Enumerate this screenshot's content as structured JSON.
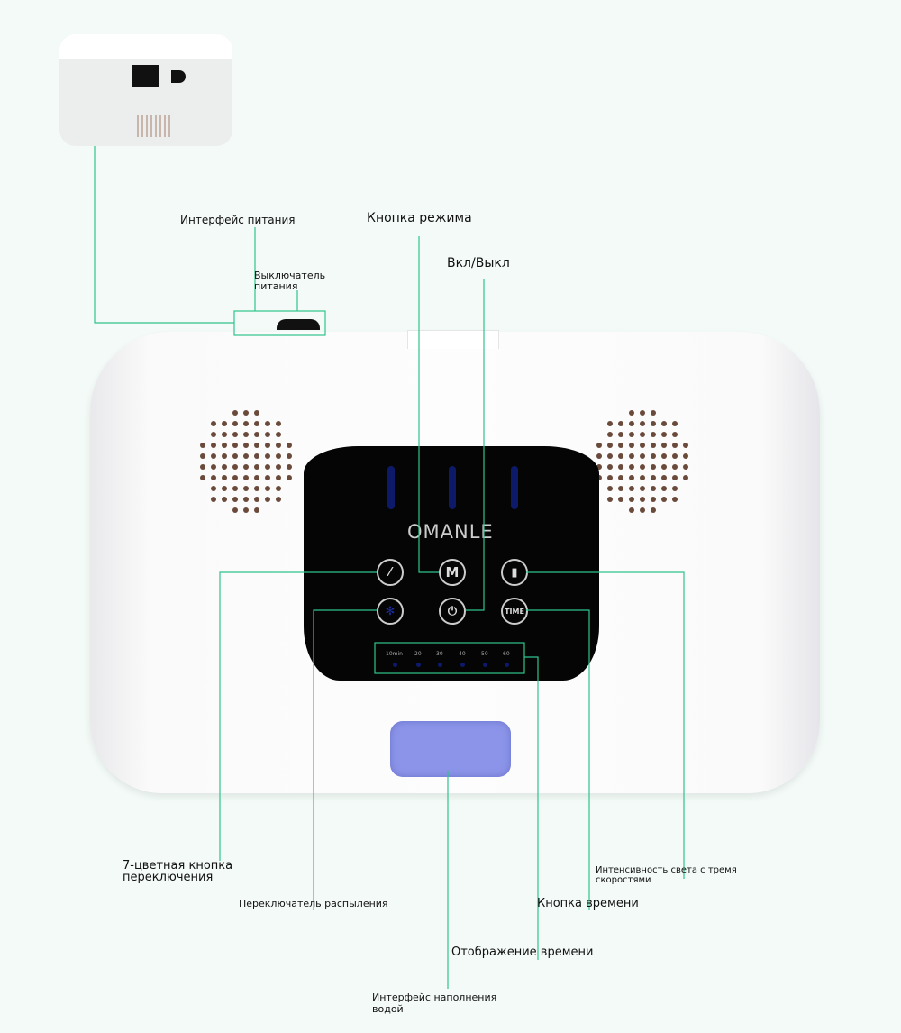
{
  "device": {
    "brand": "OMANLE",
    "time_ticks": [
      "10min",
      "20",
      "30",
      "40",
      "50",
      "60"
    ],
    "time_button": "TIME",
    "mode_button": "M"
  },
  "labels": {
    "power_interface": "Интерфейс питания",
    "mode_button": "Кнопка режима",
    "on_off": "Вкл/Выкл",
    "power_switch": "Выключатель питания",
    "color_switch": "7-цветная кнопка переключения",
    "spray_switch": "Переключатель распыления",
    "time_button": "Кнопка времени",
    "light_intensity": "Интенсивность света с тремя скоростями",
    "time_display": "Отображение времени",
    "water_fill": "Интерфейс наполнения водой"
  },
  "colors": {
    "leader_line": "#2fc48d",
    "panel": "#050505",
    "water_cap": "#8b94e8"
  }
}
